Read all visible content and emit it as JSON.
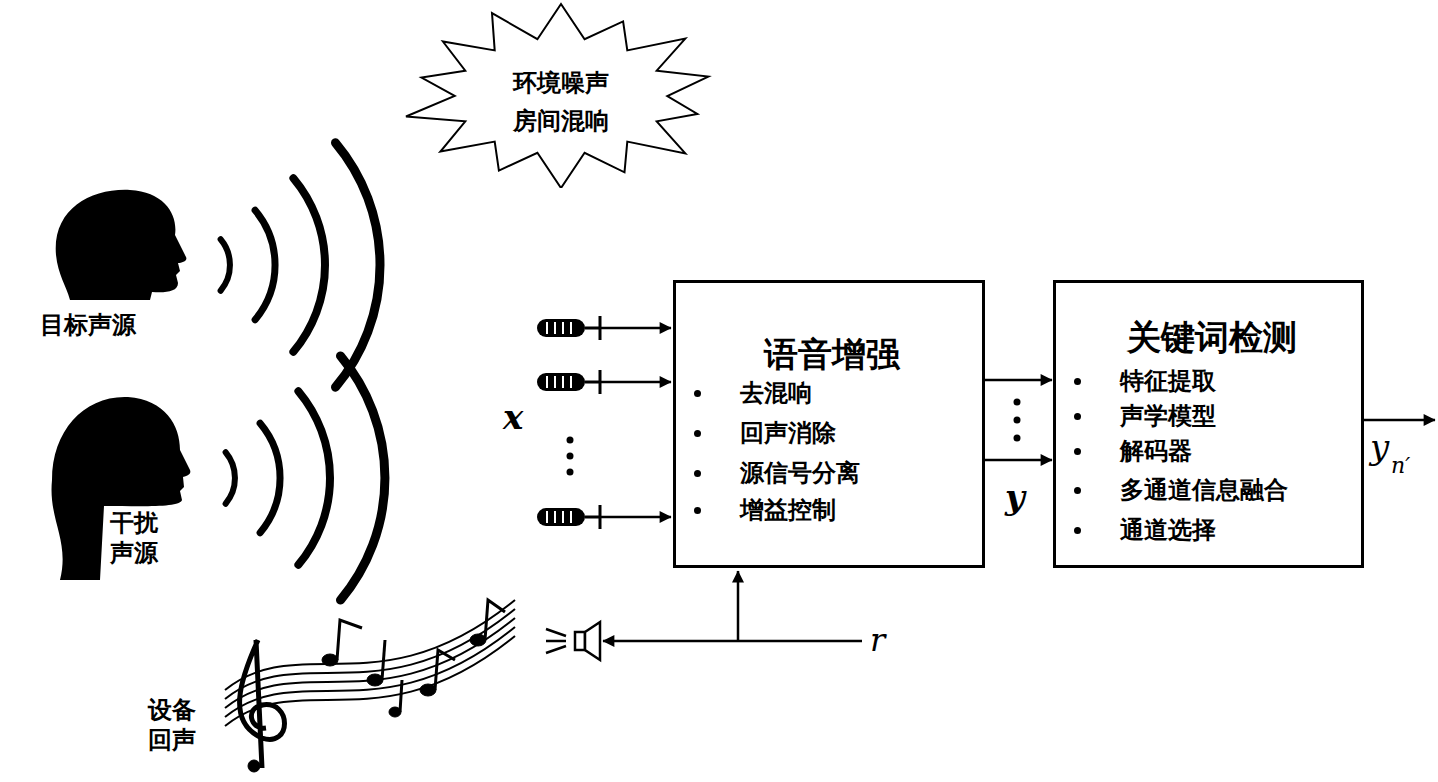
{
  "diagram": {
    "nodes": [
      {
        "text": [
          "环境噪声 房间混响"
        ]
      },
      {
        "text": [
          "语音增强",
          "去混响",
          "回声消除",
          "源信号分离",
          "增益控制"
        ]
      },
      {
        "text": [
          "关键词检测",
          "特征提取",
          "声学模型",
          "解码器",
          "多通道信息融合",
          "通道选择"
        ]
      }
    ],
    "edges": [
      {
        "from": 1,
        "to": 2,
        "arrow": "to"
      },
      {
        "from": 1,
        "to": 2,
        "arrow": "to"
      }
    ],
    "labels": [
      "目标声源",
      "干扰 声源",
      "设备 回声",
      "x",
      "y",
      "r",
      "y",
      "n′"
    ]
  }
}
